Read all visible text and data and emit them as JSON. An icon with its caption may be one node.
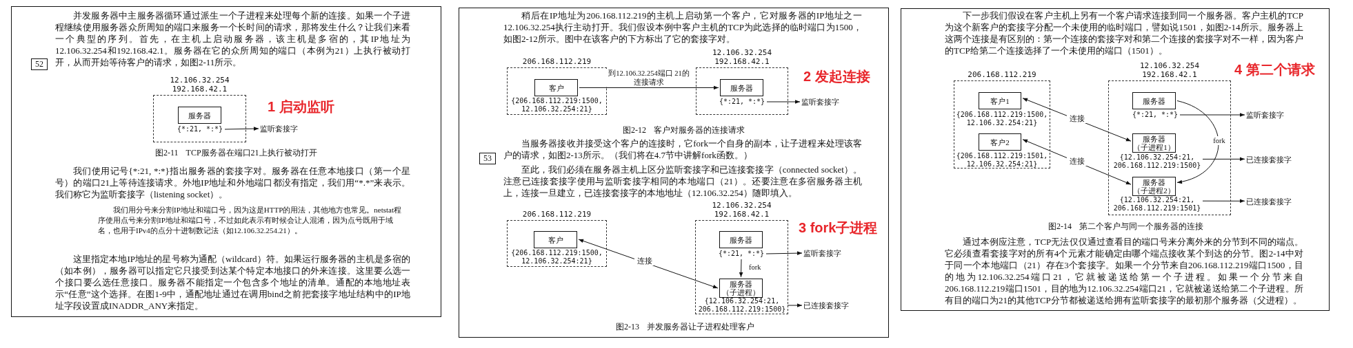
{
  "diagram": {
    "nodes": [
      {
        "text": [
          "12.106.32.254 192.168.42.1"
        ]
      },
      {
        "text": [
          "服务器"
        ],
        "in": 0
      },
      {
        "text": [
          "{*:21, *:*}"
        ],
        "in": 0
      },
      {
        "text": [
          "监听套接字"
        ]
      },
      {
        "text": [
          "206.168.112.219"
        ]
      },
      {
        "text": [
          "客户"
        ],
        "in": 4
      },
      {
        "text": [
          "{206.168.112.219:1500, 12.106.32.254:21}"
        ],
        "in": 4
      },
      {
        "text": [
          "12.106.32.254 192.168.42.1"
        ]
      },
      {
        "text": [
          "服务器"
        ],
        "in": 7
      },
      {
        "text": [
          "{*:21, *:*}"
        ],
        "in": 7
      },
      {
        "text": [
          "监听套接字"
        ]
      },
      {
        "text": [
          "206.168.112.219"
        ]
      },
      {
        "text": [
          "客户"
        ],
        "in": 11
      },
      {
        "text": [
          "{206.168.112.219:1500, 12.106.32.254:21}"
        ],
        "in": 11
      },
      {
        "text": [
          "12.106.32.254 192.168.42.1"
        ]
      },
      {
        "text": [
          "服务器"
        ],
        "in": 14
      },
      {
        "text": [
          "{*:21, *:*}"
        ],
        "in": 14
      },
      {
        "text": [
          "服务器（子进程）"
        ],
        "in": 14
      },
      {
        "text": [
          "{12.106.32.254:21, 206.168.112.219:1500}"
        ],
        "in": 14
      },
      {
        "text": [
          "监听套接字"
        ]
      },
      {
        "text": [
          "已连接套接字"
        ]
      },
      {
        "text": [
          "206.168.112.219"
        ]
      },
      {
        "text": [
          "客户1"
        ],
        "in": 21
      },
      {
        "text": [
          "{206.168.112.219:1500, 12.106.32.254:21}"
        ],
        "in": 21
      },
      {
        "text": [
          "客户2"
        ],
        "in": 21
      },
      {
        "text": [
          "{206.168.112.219:1501, 12.106.32.254:21}"
        ],
        "in": 21
      },
      {
        "text": [
          "12.106.32.254 192.168.42.1"
        ]
      },
      {
        "text": [
          "服务器"
        ],
        "in": 26
      },
      {
        "text": [
          "{*:21, *:*}"
        ],
        "in": 26
      },
      {
        "text": [
          "服务器（子进程1）"
        ],
        "in": 26
      },
      {
        "text": [
          "{12.106.32.254:21, 206.168.112.219:1500}"
        ],
        "in": 26
      },
      {
        "text": [
          "服务器（子进程2）"
        ],
        "in": 26
      },
      {
        "text": [
          "{12.106.32.254:21, 206.168.112.219:1501}"
        ],
        "in": 26
      },
      {
        "text": [
          "监听套接字"
        ]
      },
      {
        "text": [
          "已连接套接字"
        ]
      },
      {
        "text": [
          "已连接套接字"
        ]
      }
    ],
    "edges": [
      {
        "from": 2,
        "to": 3,
        "arrow": "to"
      },
      {
        "from": 5,
        "to": 8,
        "arrow": "to",
        "label": "到12.106.32.254端口 21的连接请求"
      },
      {
        "from": 9,
        "to": 10,
        "arrow": "to"
      },
      {
        "from": 12,
        "to": 17,
        "arrow": "both",
        "label": "连接"
      },
      {
        "from": 16,
        "to": 17,
        "arrow": "to",
        "label": "fork"
      },
      {
        "from": 16,
        "to": 19,
        "arrow": "to"
      },
      {
        "from": 18,
        "to": 20,
        "arrow": "to"
      },
      {
        "from": 22,
        "to": 29,
        "arrow": "both",
        "label": "连接"
      },
      {
        "from": 24,
        "to": 31,
        "arrow": "both",
        "label": "连接"
      },
      {
        "from": 27,
        "to": 31,
        "arrow": "to",
        "label": "fork"
      },
      {
        "from": 28,
        "to": 33,
        "arrow": "to"
      },
      {
        "from": 30,
        "to": 34,
        "arrow": "to"
      },
      {
        "from": 32,
        "to": 35,
        "arrow": "to"
      }
    ],
    "labels": [
      "并发服务器中主服务器循环通过派生一个子进程来处理每个新的连接。如果一个子进程继续使用服务器众所周知的端口来服务一个长时间的请求，那将发生什么？让我们来看一个典型的序列。首先，在主机上启动服务器，该主机是多宿的，其IP地址为12.106.32.254和192.168.42.1。服务器在它的众所周知的端口（本例为21）上执行被动打开，从而开始等待客户的请求，如图2-11所示。",
      "52",
      "1 启动监听",
      "图2-11 TCP服务器在端口21上执行被动打开",
      "我们使用记号{*:21, *:*}指出服务器的套接字对。服务器在任意本地接口（第一个星号）的端口21上等待连接请求。外地IP地址和外地端口都没有指定，我们用“*.*”来表示。我们称它为监听套接字（listening socket）。",
      "我们用分号来分割IP地址和端口号，因为这是HTTP的用法，其他地方也常见。netstat程序使用点号来分割IP地址和端口号，不过如此表示有时候会让人混淆，因为点号既用于域名，也用于IPv4的点分十进制数记法（如12.106.32.254.21）。",
      "这里指定本地IP地址的星号称为通配（wildcard）符。如果运行服务器的主机是多宿的（如本例），服务器可以指定它只接受到达某个特定本地接口的外来连接。这里要么选一个接口要么选任意接口。服务器不能指定一个包含多个地址的清单。通配的本地地址表示“任意”这个选择。在图1-9中，通配地址通过在调用bind之前把套接字地址结构中的IP地址字段设置成INADDR_ANY来指定。",
      "稍后在IP地址为206.168.112.219的主机上启动第一个客户，它对服务器的IP地址之一12.106.32.254执行主动打开。我们假设本例中客户主机的TCP为此选择的临时端口为1500，如图2-12所示。图中在该客户的下方标出了它的套接字对。",
      "2 发起连接",
      "图2-12 客户对服务器的连接请求",
      "当服务器接收并接受这个客户的连接时，它fork一个自身的副本，让子进程来处理该客户的请求，如图2-13所示。（我们将在4.7节中讲解fork函数。）",
      "53",
      "至此，我们必须在服务器主机上区分监听套接字和已连接套接字（connected socket）。注意已连接套接字使用与监听套接字相同的本地端口（21）。还要注意在多宿服务器主机上，连接一旦建立，已连接套接字的本地地址（12.106.32.254）随即填入。",
      "3 fork子进程",
      "图2-13 并发服务器让子进程处理客户",
      "下一步我们假设在客户主机上另有一个客户请求连接到同一个服务器。客户主机的TCP为这个新客户的套接字分配一个未使用的临时端口，譬如说1501，如图2-14所示。服务器上这两个连接是有区别的：第一个连接的套接字对和第二个连接的套接字对不一样，因为客户的TCP给第二个连接选择了一个未使用的端口（1501）。",
      "4 第二个请求",
      "图2-14 第二个客户与同一个服务器的连接",
      "通过本例应注意，TCP无法仅仅通过查看目的端口号来分离外来的分节到不同的端点。它必须查看套接字对的所有4个元素才能确定由哪个端点接收某个到达的分节。图2-14中对于同一个本地端口（21）存在3个套接字。如果一个分节来自206.168.112.219端口1500，目的地为12.106.32.254端口21，它就被递送给第一个子进程。如果一个分节来自206.168.112.219端口1501，目的地为12.106.32.254端口21，它就被递送给第二个子进程。所有目的端口为21的其他TCP分节都被递送给拥有监听套接字的最初那个服务器（父进程）。"
    ]
  }
}
